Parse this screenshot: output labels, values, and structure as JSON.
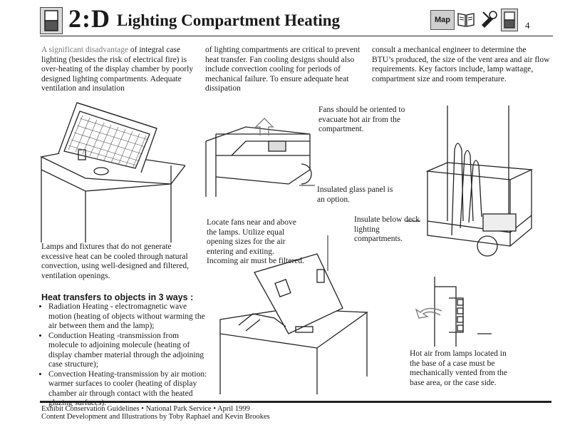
{
  "header": {
    "section_number": "2:D",
    "title": "Lighting Compartment Heating",
    "map_label": "Map",
    "page_number": "4",
    "nav_icons": [
      "book-icon",
      "tools-icon",
      "case-icon"
    ]
  },
  "intro": {
    "col1_highlight": "A significant disadvantage",
    "col1_rest": " of integral case lighting (besides the risk of electrical fire) is over-heating of the display chamber by poorly designed lighting compartments. Adequate ventilation and insulation",
    "col2": "of lighting compartments are critical to prevent heat transfer. Fan cooling designs should also include convection cooling for periods of mechanical failure. To ensure adequate heat dissipation",
    "col3": "consult a mechanical engineer to determine the BTU’s produced, the size of the vent area and air flow requirements. Key factors include, lamp wattage, compartment size and room temperature."
  },
  "captions": {
    "fans_oriented": "Fans should be oriented to evacuate hot air from the compartment.",
    "insulated_glass": "Insulated glass panel is an option.",
    "insulate_below": "Insulate below deck lighting compartments.",
    "locate_fans": "Locate fans near and above the lamps. Utilize equal opening sizes for the air entering and exiting. Incoming air must be filtered.",
    "lamps_fixtures": "Lamps and fixtures that do not generate excessive heat can be cooled through natural convection, using well-designed and filtered, ventilation openings.",
    "hot_air": "Hot air from lamps located in the base of a case must be mechanically vented from the base area, or the case side."
  },
  "heat_transfers": {
    "title": "Heat transfers to objects in 3 ways :",
    "items": [
      "Radiation Heating - electromagnetic wave motion (heating of objects without warming the air between them and the lamp);",
      "Conduction Heating -transmission from molecule to adjoining molecule (heating of display chamber material through the adjoining case structure);",
      "Convection Heating-transmission by air motion: warmer surfaces to cooler (heating of display chamber air through contact with the heated glazing surfaces)."
    ]
  },
  "footer": {
    "line1": "Exhibit Conservation Guidelines • National Park Service • April 1999",
    "line2": "Content Development and Illustrations by Toby Raphael and Kevin Brookes"
  }
}
